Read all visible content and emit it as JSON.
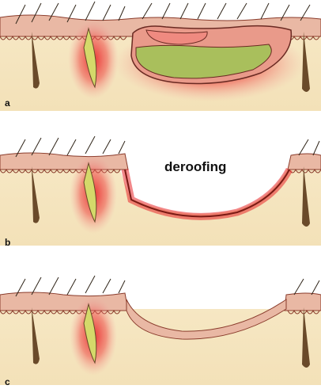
{
  "figure": {
    "panels": [
      {
        "letter": "a",
        "caption": ""
      },
      {
        "letter": "b",
        "caption": "deroofing"
      },
      {
        "letter": "c",
        "caption": ""
      }
    ],
    "colors": {
      "skin": "#f5e6c0",
      "epidermis": "#e9b8a4",
      "epidermis_edge": "#8a3c2c",
      "inflammation": "#e8272a",
      "pus": "#a9bf5c",
      "sinus_tract": "#e99a8a",
      "hair": "#2f2418",
      "follicle": "#6a4a2a"
    }
  }
}
